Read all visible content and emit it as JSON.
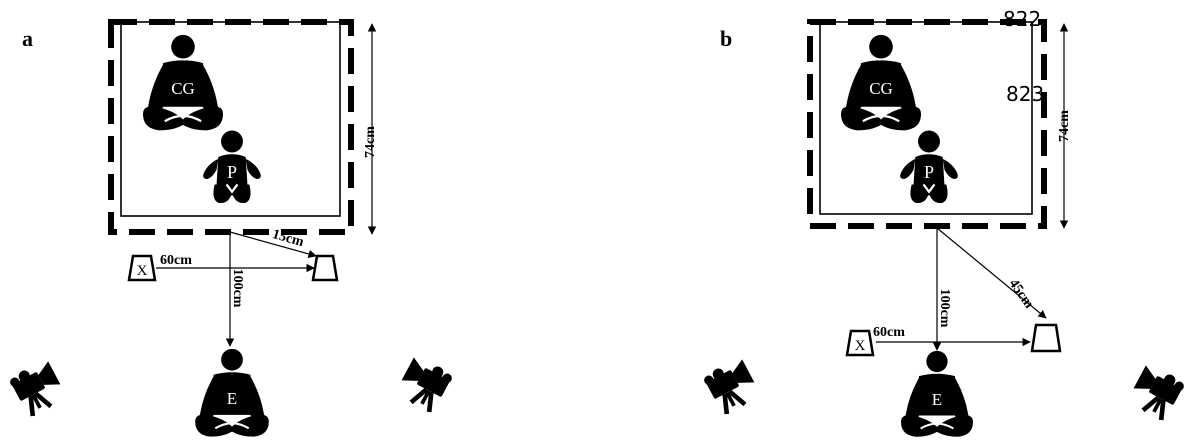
{
  "panel_a": {
    "letter": "a",
    "caregiver": "CG",
    "participant": "P",
    "experimenter": "E",
    "mat_size": "74cm",
    "dist_experimenter": "100cm",
    "dist_object_near": "15cm",
    "dist_objects_apart": "60cm",
    "object_x": "X"
  },
  "panel_b": {
    "letter": "b",
    "caregiver": "CG",
    "participant": "P",
    "experimenter": "E",
    "mat_size": "74cm",
    "dist_experimenter": "100cm",
    "dist_object_far": "45cm",
    "dist_objects_apart": "60cm",
    "object_x": "X",
    "annotation_top": "822",
    "annotation_right": "823"
  },
  "icons": [
    "camera-icon",
    "person-seated-icon",
    "baby-icon",
    "bucket-icon"
  ],
  "colors": {
    "ink": "#000000",
    "background": "#ffffff"
  }
}
